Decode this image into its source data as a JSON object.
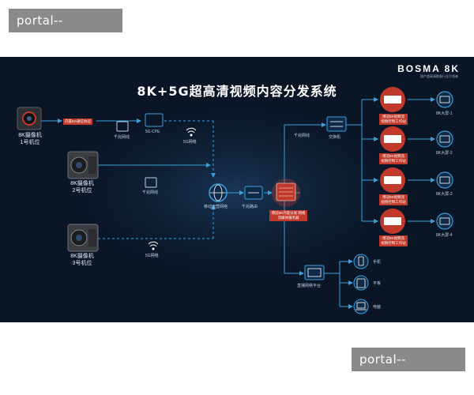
{
  "watermark_top": "portal--ayx.com",
  "watermark_bottom": "portal--ayx.com",
  "title": "8K+5G超高清视频内容分发系统",
  "brand": "BOSMA 8K",
  "brand_sub": "国产超高清影像行业引领者",
  "cameras": [
    {
      "line1": "8K摄像机",
      "line2": "1号机位"
    },
    {
      "line1": "8K摄像机",
      "line2": "2号机位"
    },
    {
      "line1": "8K摄像机",
      "line2": "3号机位"
    }
  ],
  "labels": {
    "tag_5g": "内置5G通信协议",
    "gige1": "千兆网线",
    "cpe": "5G CPE",
    "net5g_1": "5G网络",
    "gige2": "千兆网线",
    "net5g_2": "5G网络",
    "mobile": "移动运营网络",
    "router": "千兆路由",
    "server": "博冠8K内容分发 网络流媒体服务器",
    "gige3": "千兆网线",
    "switch": "交换机",
    "live": "直播网络平台",
    "decoders": [
      "博冠8K视频流 视频控制工作站",
      "博冠8K视频流 视频控制工作站",
      "博冠8K视频流 视频控制工作站",
      "博冠8K视频流 视频控制工作站"
    ],
    "screens": [
      "8K大屏-1",
      "8K大屏-2",
      "8K大屏-3",
      "8K大屏-4"
    ],
    "phone": "手机",
    "tablet": "平板",
    "pc": "电脑"
  },
  "colors": {
    "background": "#0a1525",
    "accent_red": "#c0392b",
    "line_blue": "#3aa0e0",
    "white": "#ffffff"
  }
}
